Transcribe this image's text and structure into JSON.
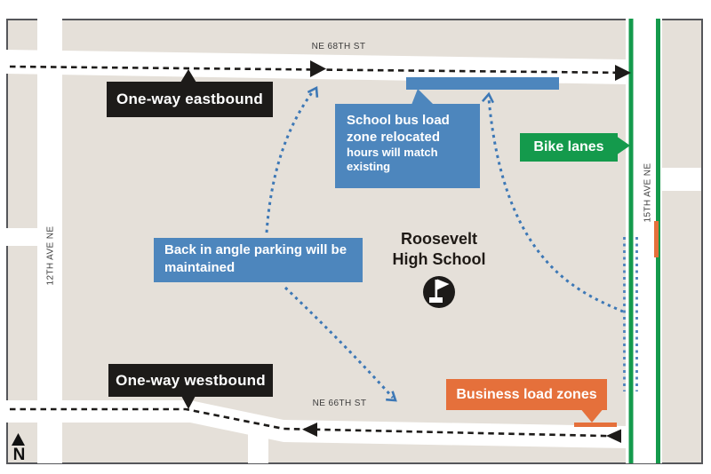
{
  "colors": {
    "block": "#e5e0d9",
    "street": "#ffffff",
    "label_black": "#1d1b19",
    "callout_blue": "#4d86bd",
    "arrow_blue": "#3d78b6",
    "bike_green": "#149a4c",
    "load_zone_orange": "#e5703b",
    "street_text": "#3c3c3c"
  },
  "streets": {
    "ne_68th": "NE 68TH ST",
    "ne_66th": "NE 66TH ST",
    "ave_12th": "12TH AVE NE",
    "ave_15th": "15TH AVE NE"
  },
  "callouts": {
    "one_way_eastbound": "One-way eastbound",
    "one_way_westbound": "One-way westbound",
    "bus_zone": {
      "lines": [
        "School bus load",
        "zone relocated",
        "hours will match",
        "existing"
      ]
    },
    "back_in_parking": {
      "lines": [
        "Back in angle parking will be",
        "maintained"
      ]
    },
    "bike_lanes": "Bike lanes",
    "business_load_zones": "Business load zones"
  },
  "poi": {
    "school": {
      "lines": [
        "Roosevelt",
        "High School"
      ]
    }
  },
  "compass": {
    "north": "N"
  }
}
